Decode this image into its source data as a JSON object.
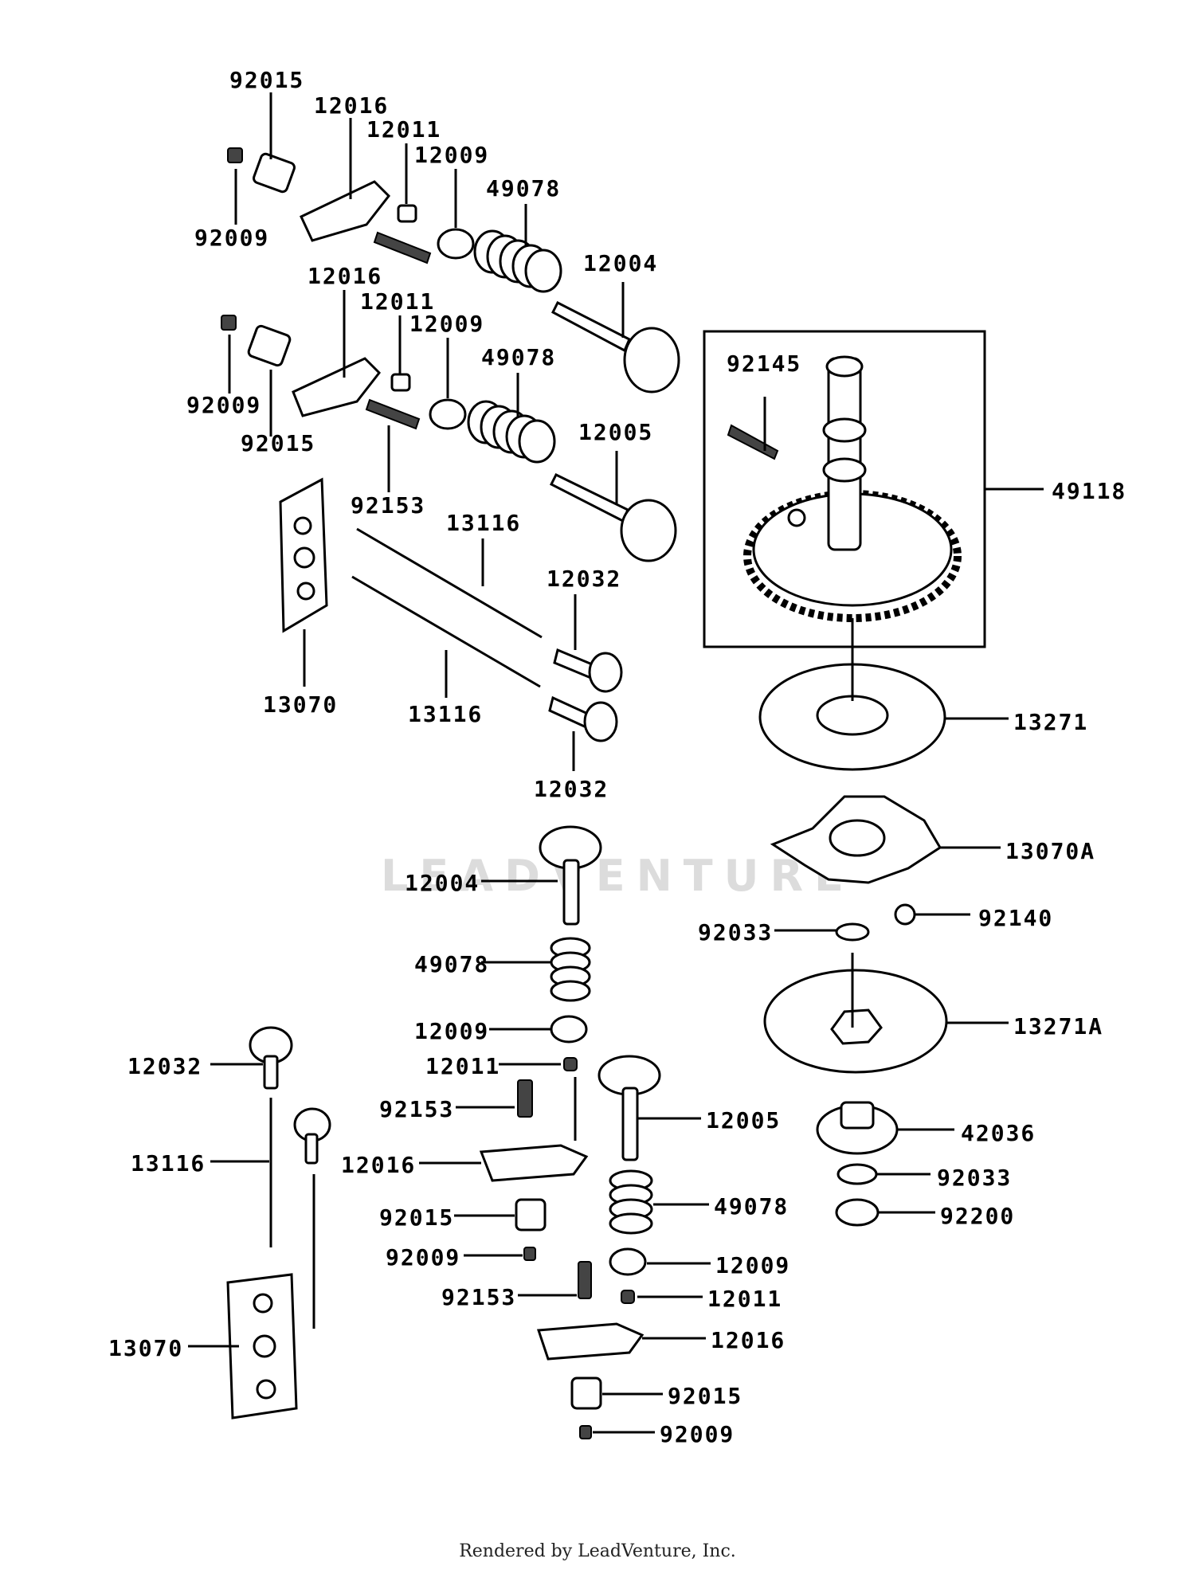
{
  "watermark": "LEADVENTURE",
  "footer": "Rendered by LeadVenture, Inc.",
  "labels": {
    "l92015a": "92015",
    "l12016a": "12016",
    "l12011a": "12011",
    "l12009a": "12009",
    "l49078a": "49078",
    "l92009a": "92009",
    "l12004a": "12004",
    "l12016b": "12016",
    "l12011b": "12011",
    "l12009b": "12009",
    "l49078b": "49078",
    "l92009b": "92009",
    "l92015b": "92015",
    "l12005a": "12005",
    "l92153a": "92153",
    "l13116a": "13116",
    "l12032a": "12032",
    "l13070a": "13070",
    "l13116b": "13116",
    "l12032b": "12032",
    "l92145": "92145",
    "l49118": "49118",
    "l13271": "13271",
    "l13070A": "13070A",
    "l92140": "92140",
    "l92033a": "92033",
    "l13271A": "13271A",
    "l42036": "42036",
    "l92033b": "92033",
    "l92200": "92200",
    "l12004b": "12004",
    "l49078c": "49078",
    "l12009c": "12009",
    "l12011c": "12011",
    "l92153b": "92153",
    "l12016c": "12016",
    "l92015c": "92015",
    "l92009c": "92009",
    "l12005b": "12005",
    "l49078d": "49078",
    "l12009d": "12009",
    "l92153c": "92153",
    "l12011d": "12011",
    "l12016d": "12016",
    "l92015d": "92015",
    "l92009d": "92009",
    "l12032c": "12032",
    "l13116c": "13116",
    "l13070b": "13070"
  }
}
